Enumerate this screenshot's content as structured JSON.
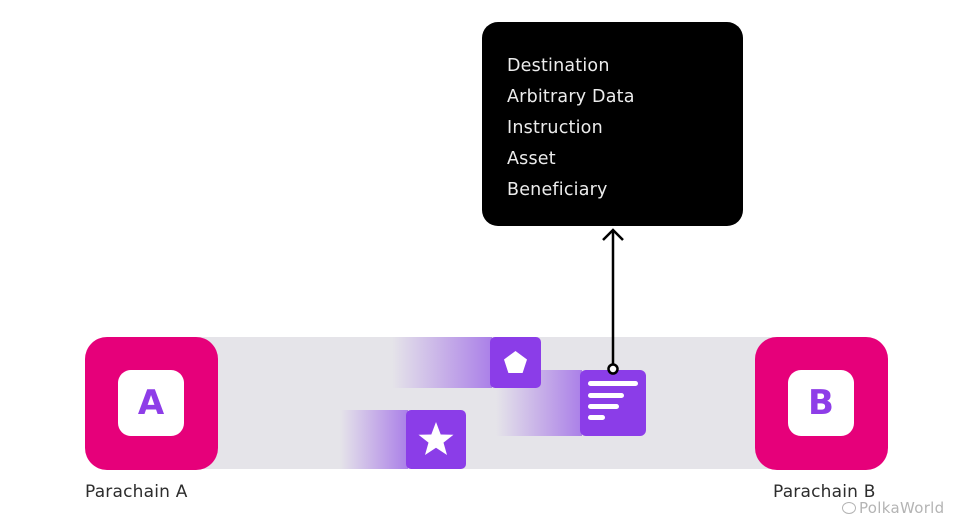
{
  "message_box": {
    "fields": [
      "Destination",
      "Arbitrary Data",
      "Instruction",
      "Asset",
      "Beneficiary"
    ]
  },
  "parachain_a": {
    "letter": "A",
    "label": "Parachain A"
  },
  "parachain_b": {
    "letter": "B",
    "label": "Parachain B"
  },
  "assets": {
    "pentagon": "pentagon-icon",
    "star": "star-icon",
    "document": "document-lines-icon"
  },
  "watermark": "PolkaWorld",
  "colors": {
    "parachain": "#e6007a",
    "asset": "#8b3de8",
    "letter": "#8e3de8",
    "track": "#e5e4e9",
    "box": "#000000"
  }
}
